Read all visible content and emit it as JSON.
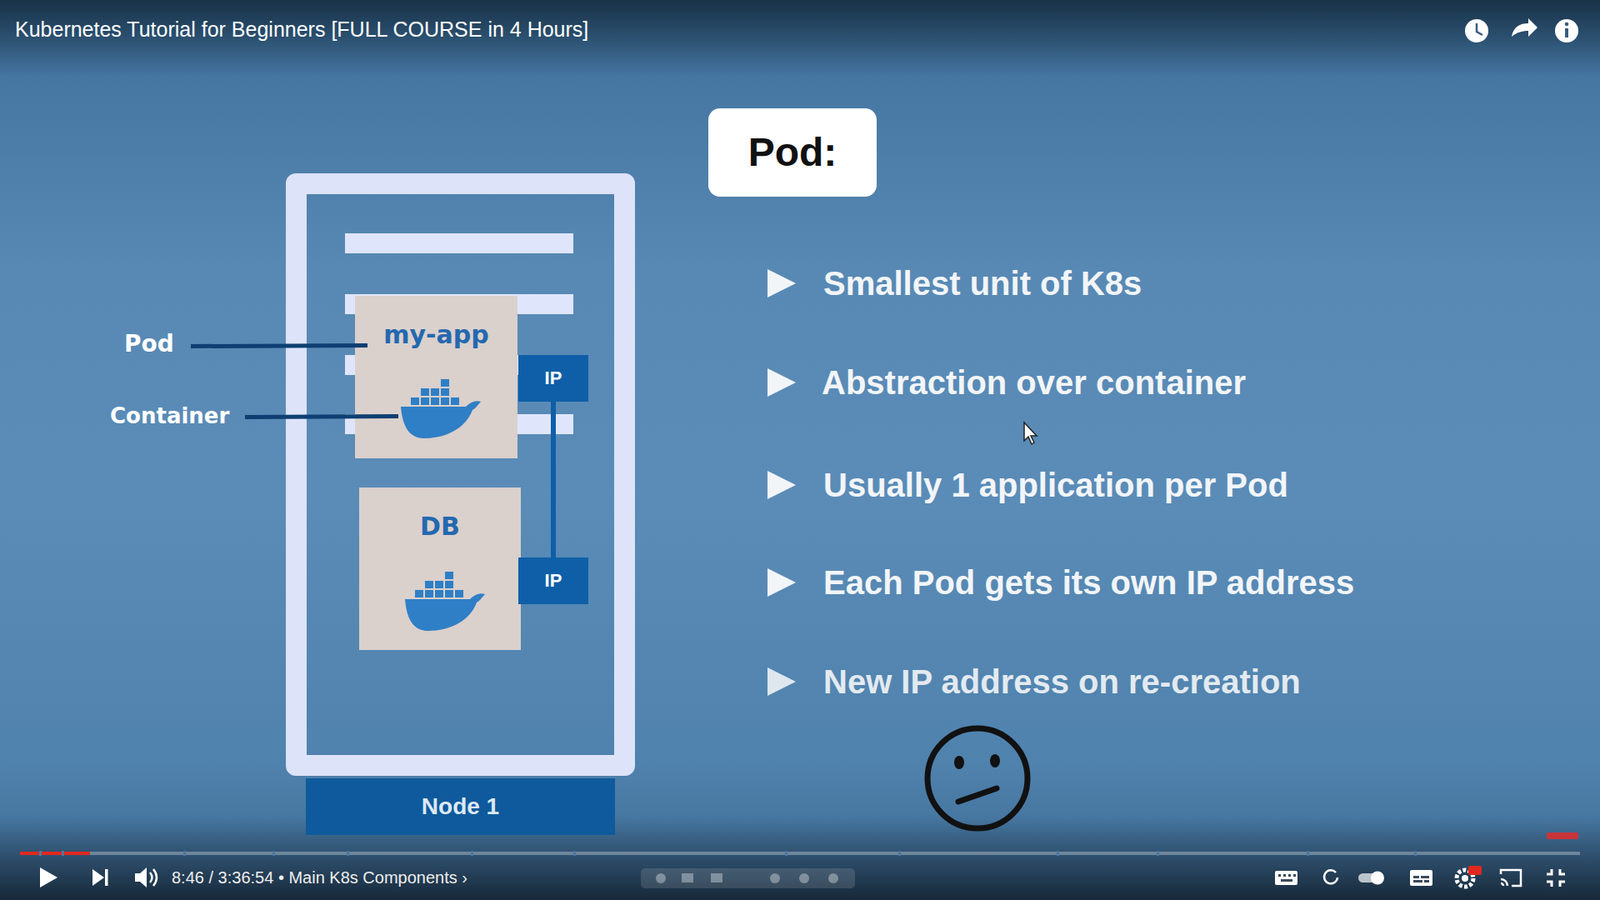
{
  "diagram": {
    "title": "Kubernetes Tutorial for Beginners [FULL COURSE in 4 Hours]",
    "nodes": [
      {
        "text": [
          "Node 1"
        ]
      },
      {
        "text": [
          "my-app"
        ],
        "in": 0
      },
      {
        "text": [
          "IP"
        ],
        "in": 0
      },
      {
        "text": [
          "DB"
        ],
        "in": 0
      },
      {
        "text": [
          "IP"
        ],
        "in": 0
      },
      {
        "text": [
          "Pod:"
        ]
      }
    ],
    "edges": [
      {
        "from": 2,
        "to": 4,
        "arrow": "none"
      }
    ],
    "labels": [
      "Pod",
      "Container",
      "Smallest unit of K8s",
      "Abstraction over container",
      "Usually 1 application per Pod",
      "Each Pod gets its own IP address",
      "New IP address on re-creation",
      "8:46 / 3:36:54 • Main K8s Components ›"
    ]
  }
}
